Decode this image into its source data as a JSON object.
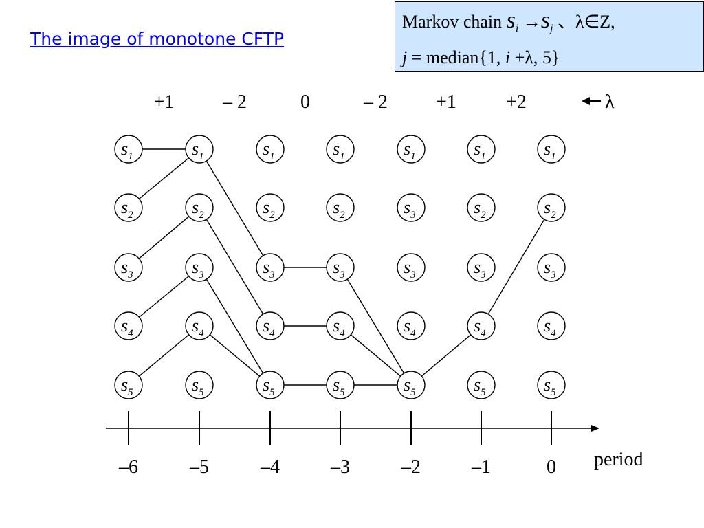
{
  "title": "The image of monotone CFTP",
  "definition": {
    "line1_prefix": "Markov chain ",
    "state_from": "s",
    "from_sub": "i",
    "arrow": "→",
    "state_to": "s",
    "to_sub": "j",
    "line1_suffix": "、λ∈Z,",
    "line2_var": "j",
    "line2_text": " = median{1,  ",
    "line2_var2": "i",
    "line2_suffix": " +λ, 5}"
  },
  "lambda_values": [
    "+1",
    "– 2",
    "0",
    "– 2",
    "+1",
    "+2"
  ],
  "lambda_marker": "λ",
  "state_symbol": "s",
  "columns": [
    {
      "period": "–6",
      "states": [
        "1",
        "2",
        "3",
        "4",
        "5"
      ]
    },
    {
      "period": "–5",
      "states": [
        "1",
        "2",
        "3",
        "4",
        "5"
      ]
    },
    {
      "period": "–4",
      "states": [
        "1",
        "2",
        "3",
        "4",
        "5"
      ]
    },
    {
      "period": "–3",
      "states": [
        "1",
        "2",
        "3",
        "4",
        "5"
      ]
    },
    {
      "period": "–2",
      "states": [
        "1",
        "3",
        "3",
        "4",
        "5"
      ]
    },
    {
      "period": "–1",
      "states": [
        "1",
        "2",
        "3",
        "4",
        "5"
      ]
    },
    {
      "period": "0",
      "states": [
        "1",
        "2",
        "3",
        "4",
        "5"
      ]
    }
  ],
  "transitions": [
    {
      "from_col": 0,
      "from_state": 1,
      "to_state": 1
    },
    {
      "from_col": 0,
      "from_state": 2,
      "to_state": 1
    },
    {
      "from_col": 0,
      "from_state": 3,
      "to_state": 2
    },
    {
      "from_col": 0,
      "from_state": 4,
      "to_state": 3
    },
    {
      "from_col": 0,
      "from_state": 5,
      "to_state": 4
    },
    {
      "from_col": 1,
      "from_state": 1,
      "to_state": 3
    },
    {
      "from_col": 1,
      "from_state": 2,
      "to_state": 4
    },
    {
      "from_col": 1,
      "from_state": 3,
      "to_state": 5
    },
    {
      "from_col": 1,
      "from_state": 4,
      "to_state": 5
    },
    {
      "from_col": 2,
      "from_state": 3,
      "to_state": 3
    },
    {
      "from_col": 2,
      "from_state": 4,
      "to_state": 4
    },
    {
      "from_col": 2,
      "from_state": 5,
      "to_state": 5
    },
    {
      "from_col": 3,
      "from_state": 3,
      "to_state": 5
    },
    {
      "from_col": 3,
      "from_state": 4,
      "to_state": 5
    },
    {
      "from_col": 3,
      "from_state": 5,
      "to_state": 5
    },
    {
      "from_col": 4,
      "from_state": 5,
      "to_state": 4
    },
    {
      "from_col": 5,
      "from_state": 4,
      "to_state": 2
    }
  ],
  "axis_label": "period"
}
